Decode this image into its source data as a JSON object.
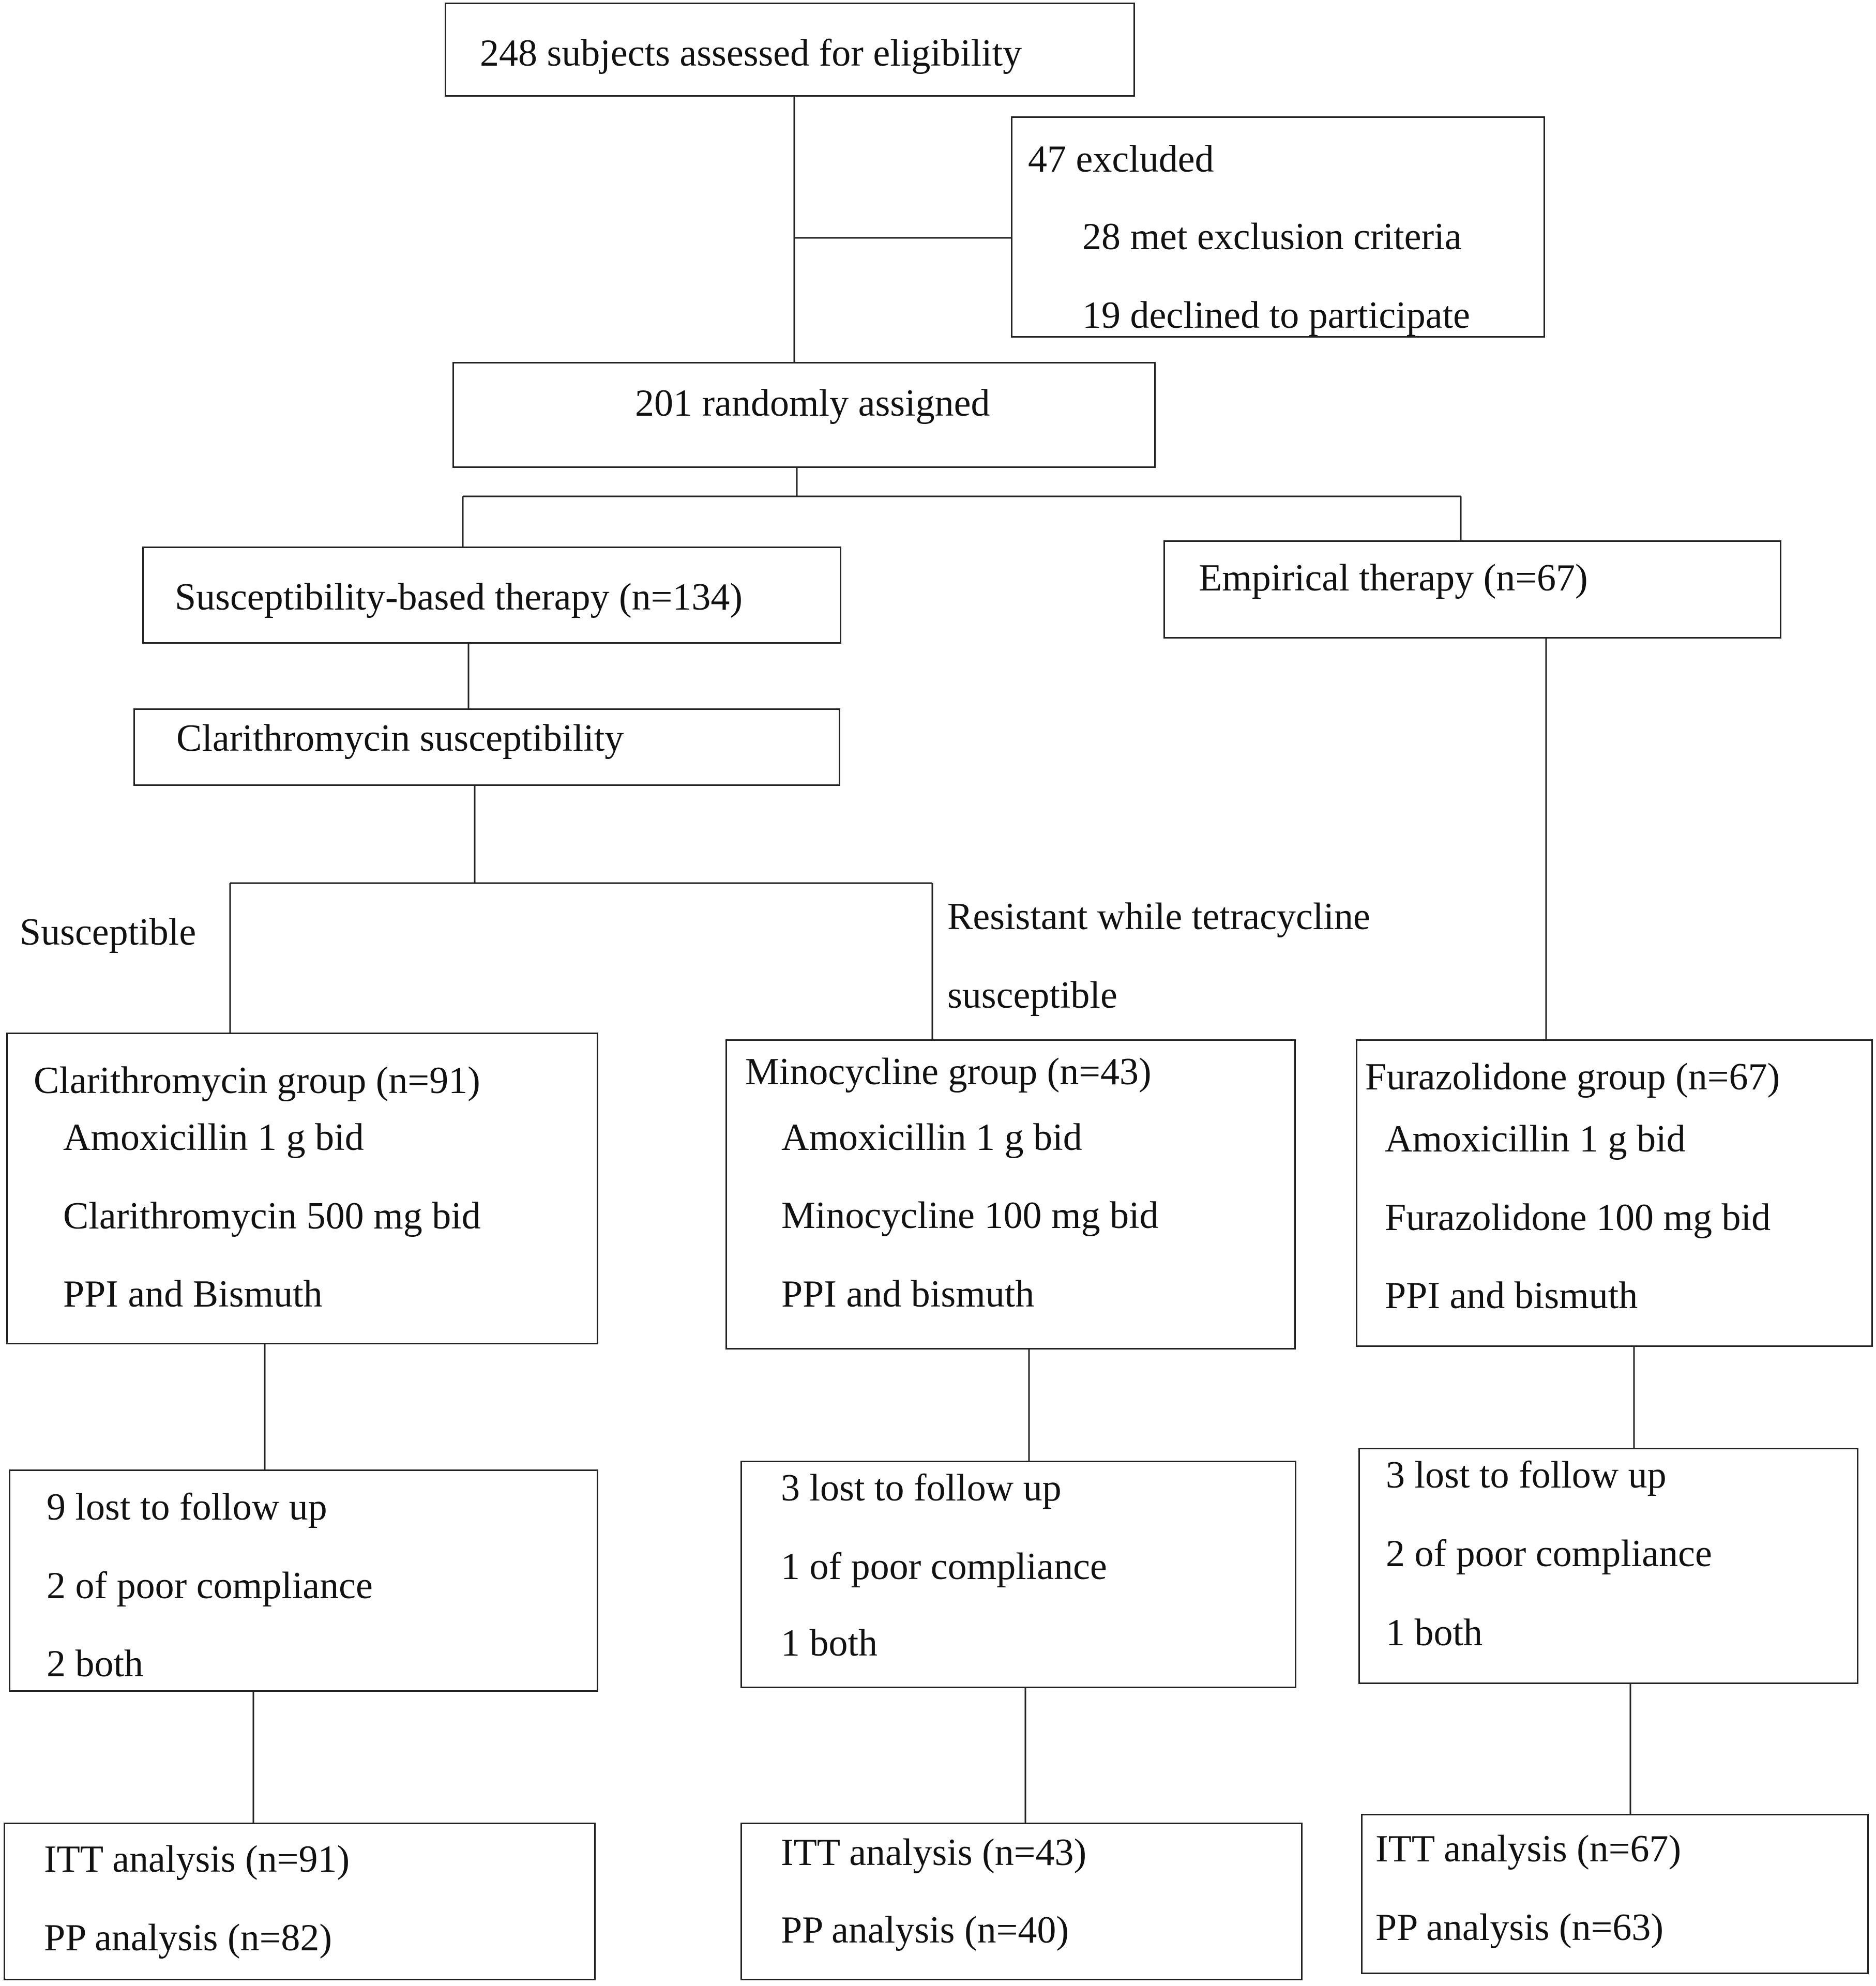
{
  "nodes": {
    "assessed": {
      "lines": [
        "248 subjects  assessed for eligibility"
      ]
    },
    "excluded": {
      "lines": [
        "47 excluded",
        "28 met exclusion criteria",
        "19 declined to participate"
      ]
    },
    "randomized": {
      "lines": [
        "201 randomly assigned"
      ]
    },
    "susceptibility_therapy": {
      "lines": [
        "Susceptibility-based therapy (n=134)"
      ]
    },
    "empirical_therapy": {
      "lines": [
        "Empirical therapy (n=67)"
      ]
    },
    "clarithromycin_susceptibility": {
      "lines": [
        "Clarithromycin susceptibility"
      ]
    },
    "clarithromycin_group": {
      "lines": [
        "Clarithromycin group (n=91)",
        "Amoxicillin 1 g bid",
        "Clarithromycin 500 mg bid",
        "PPI and Bismuth"
      ]
    },
    "minocycline_group": {
      "lines": [
        "Minocycline group (n=43)",
        "Amoxicillin 1 g bid",
        "Minocycline 100 mg bid",
        "PPI and bismuth"
      ]
    },
    "furazolidone_group": {
      "lines": [
        "Furazolidone group (n=67)",
        "Amoxicillin 1 g bid",
        "Furazolidone 100 mg bid",
        "PPI and bismuth"
      ]
    },
    "clarithromycin_loss": {
      "lines": [
        "9 lost to follow up",
        "2 of poor compliance",
        "2 both"
      ]
    },
    "minocycline_loss": {
      "lines": [
        "3 lost to follow up",
        "1 of poor compliance",
        "1 both"
      ]
    },
    "furazolidone_loss": {
      "lines": [
        "3 lost to follow up",
        "2 of poor compliance",
        "1 both"
      ]
    },
    "clarithromycin_analysis": {
      "lines": [
        "ITT analysis (n=91)",
        "PP analysis (n=82)"
      ]
    },
    "minocycline_analysis": {
      "lines": [
        "ITT analysis (n=43)",
        "PP analysis (n=40)"
      ]
    },
    "furazolidone_analysis": {
      "lines": [
        "ITT analysis (n=67)",
        "PP analysis (n=63)"
      ]
    }
  },
  "edge_labels": {
    "susceptible": "Susceptible",
    "resistant": [
      "Resistant while  tetracycline",
      "susceptible"
    ]
  }
}
